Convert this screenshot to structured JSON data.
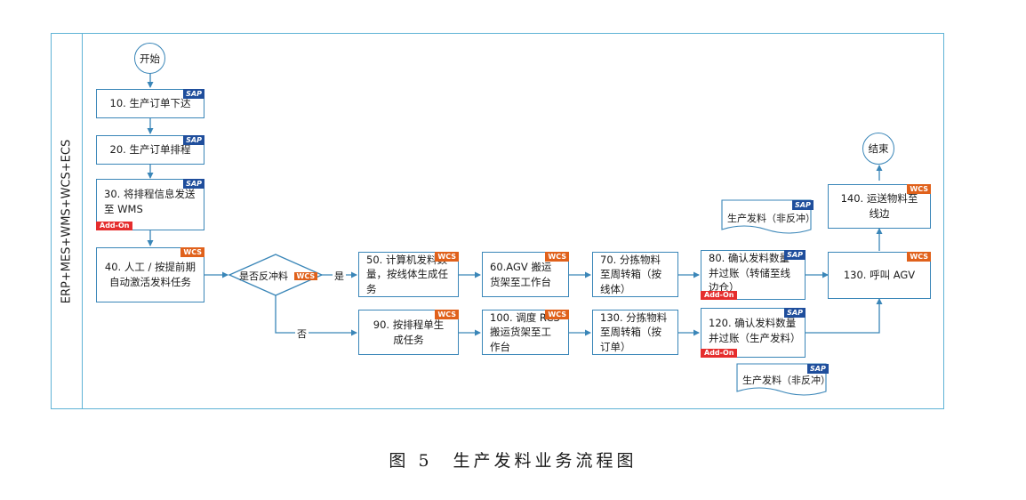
{
  "lane_label": "ERP+MES+WMS+WCS+ECS",
  "start_label": "开始",
  "end_label": "结束",
  "steps": {
    "s10": "10. 生产订单下达",
    "s20": "20. 生产订单排程",
    "s30": "30. 将排程信息发送至 WMS",
    "s40": "40. 人工 / 按提前期自动激活发料任务",
    "s50": "50. 计算机发料数量，按线体生成任务",
    "s60": "60.AGV 搬运货架至工作台",
    "s70": "70. 分拣物料至周转箱（按线体）",
    "s80": "80. 确认发料数量并过账（转储至线边仓）",
    "s90": "90. 按排程单生成任务",
    "s100": "100. 调度 RCS 搬运货架至工作台",
    "s130a": "130. 分拣物料至周转箱（按订单）",
    "s120": "120. 确认发料数量并过账（生产发料）",
    "s130b": "130. 呼叫 AGV",
    "s140": "140. 运送物料至线边"
  },
  "decision": {
    "label": "是否反冲料",
    "yes": "是",
    "no": "否"
  },
  "documents": {
    "doc_top": "生产发料（非反冲）",
    "doc_bottom": "生产发料（非反冲）"
  },
  "badges": {
    "sap": "SAP",
    "wcs": "WCS",
    "addon": "Add-On"
  },
  "caption": "图 5　生产发料业务流程图",
  "colors": {
    "line": "#3a86b8",
    "frame": "#5fb3d6",
    "sap": "#1f4e9c",
    "wcs": "#e0611b",
    "addon": "#e52d2d"
  }
}
